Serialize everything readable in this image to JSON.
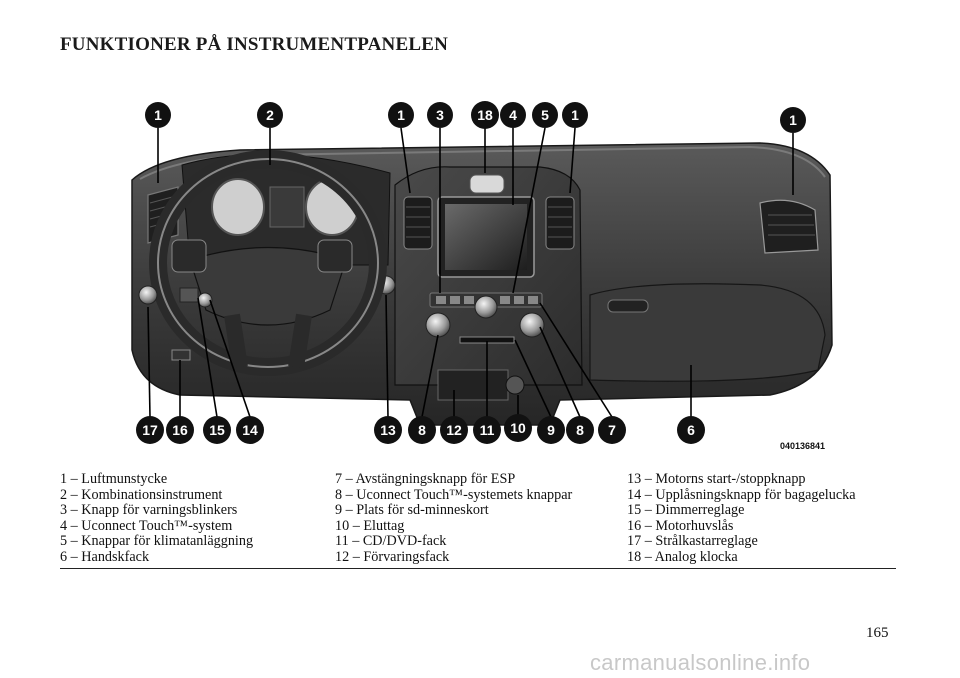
{
  "page": {
    "title": "FUNKTIONER PÅ INSTRUMENTPANELEN",
    "figure_code": "040136841",
    "page_number": "165",
    "watermark": "carmanualsonline.info"
  },
  "callouts_top": [
    "1",
    "2",
    "1",
    "3",
    "18",
    "4",
    "5",
    "1",
    "1"
  ],
  "callouts_bottom": [
    "17",
    "16",
    "15",
    "14",
    "13",
    "8",
    "12",
    "11",
    "10",
    "9",
    "8",
    "7",
    "6"
  ],
  "legend": {
    "col1": [
      "1 – Luftmunstycke",
      "2 – Kombinationsinstrument",
      "3 – Knapp för varningsblinkers",
      "4 – Uconnect Touch™-system",
      "5 – Knappar för klimatanläggning",
      "6 – Handskfack"
    ],
    "col2": [
      "7 – Avstängningsknapp för ESP",
      "8 – Uconnect Touch™-systemets knappar",
      "9 – Plats för sd-minneskort",
      "10 – Eluttag",
      "11 – CD/DVD-fack",
      "12 – Förvaringsfack"
    ],
    "col3": [
      "13 – Motorns start-/stoppknapp",
      "14 – Upplåsningsknapp för bagagelucka",
      "15 – Dimmerreglage",
      "16 – Motorhuvslås",
      "17 – Strålkastarreglage",
      "18 – Analog klocka"
    ]
  }
}
